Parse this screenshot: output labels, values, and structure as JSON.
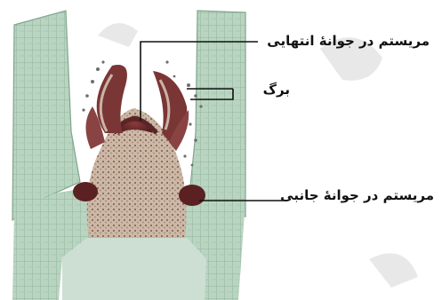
{
  "labels": {
    "apical": "مریستم در جوانهٔ انتهایی",
    "leaf": "برگ",
    "lateral": "مریستم در جوانهٔ جانبی"
  },
  "colors": {
    "tissue": "#a9c8b2",
    "tissue_light": "#cfe2d4",
    "cell_line": "#7fa68c",
    "meristem": "#c2ad9c",
    "meristem_dark": "#6b2c2c",
    "leader": "#111111"
  }
}
